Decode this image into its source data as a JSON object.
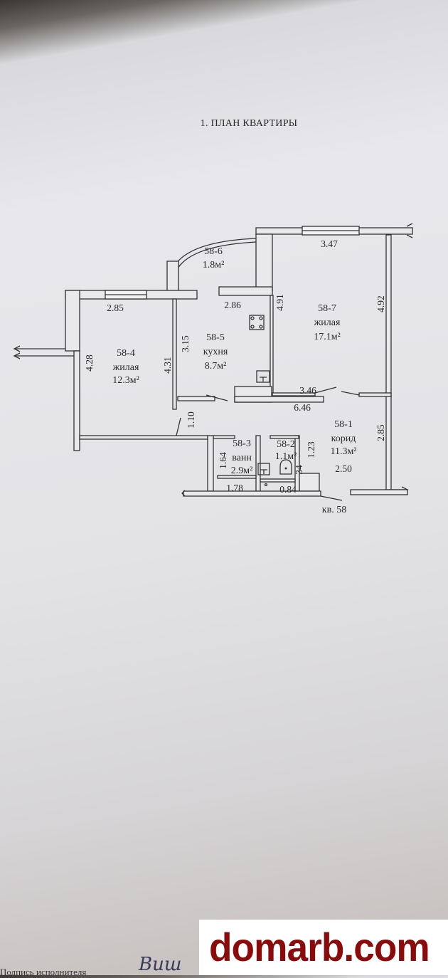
{
  "document": {
    "title": "1. ПЛАН КВАРТИРЫ",
    "apartment_label": "кв. 58",
    "footer_text": "Подпись исполнителя",
    "signature_text": "Виш"
  },
  "rooms": [
    {
      "id": "58-6",
      "type": "",
      "area": "1.8м²"
    },
    {
      "id": "58-7",
      "type": "жилая",
      "area": "17.1м²"
    },
    {
      "id": "58-5",
      "type": "кухня",
      "area": "8.7м²"
    },
    {
      "id": "58-4",
      "type": "жилая",
      "area": "12.3м²"
    },
    {
      "id": "58-1",
      "type": "корид",
      "area": "11.3м²"
    },
    {
      "id": "58-3",
      "type": "ванн",
      "area": "2.9м²"
    },
    {
      "id": "58-2",
      "type": "",
      "area": "1.1м²"
    }
  ],
  "dimensions": [
    "3.47",
    "2.85",
    "2.86",
    "4.91",
    "4.92",
    "3.15",
    "4.28",
    "4.31",
    "3.46",
    "6.46",
    "1.10",
    "2.85",
    "2.50",
    "1.23",
    "1.64",
    "34",
    "1.78",
    "0.84"
  ],
  "watermark": {
    "text": "domarb.com",
    "color": "#8b0a0a"
  }
}
